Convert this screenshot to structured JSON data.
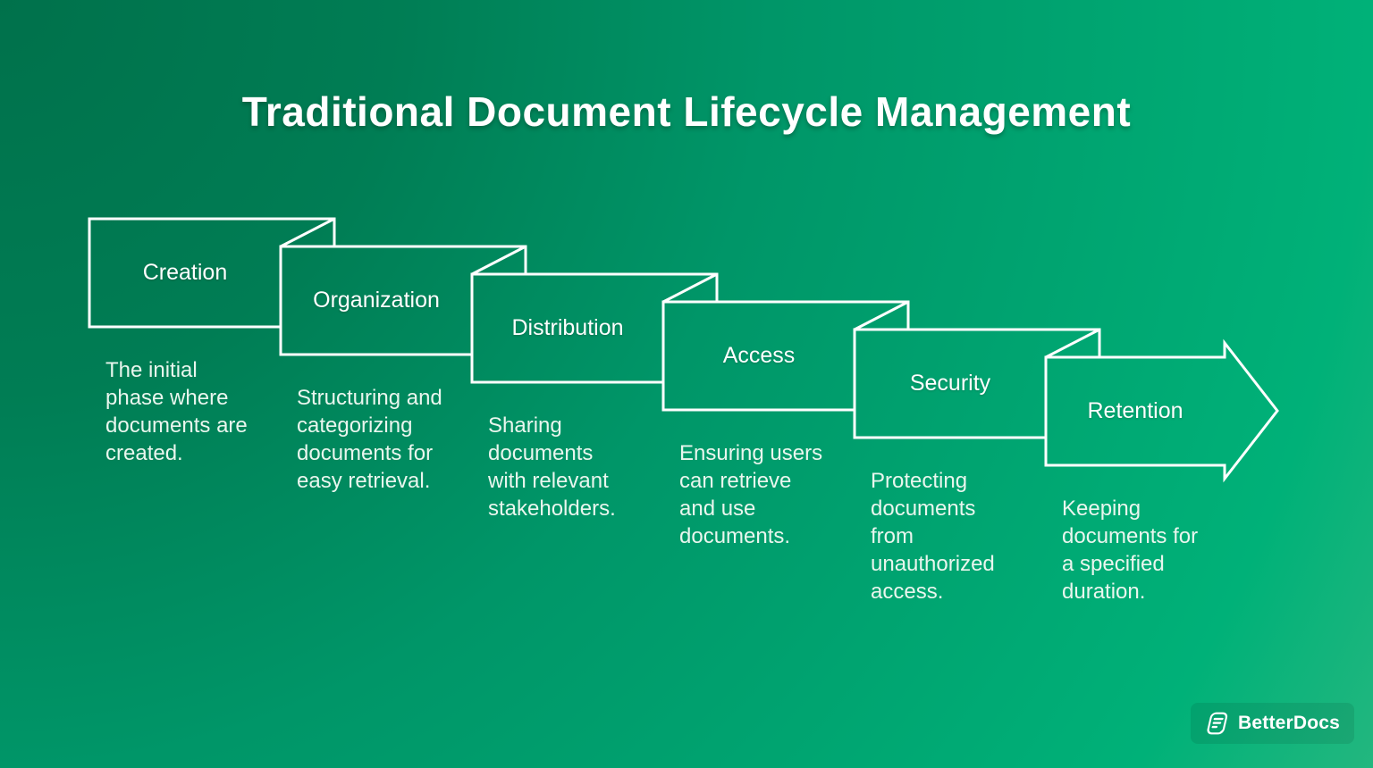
{
  "title": "Traditional Document Lifecycle Management",
  "stages": [
    {
      "label": "Creation",
      "description": "The initial\nphase where\ndocuments are\ncreated."
    },
    {
      "label": "Organization",
      "description": "Structuring and\ncategorizing\ndocuments for\neasy retrieval."
    },
    {
      "label": "Distribution",
      "description": "Sharing\ndocuments\nwith relevant\nstakeholders."
    },
    {
      "label": "Access",
      "description": "Ensuring users\ncan retrieve\nand use\ndocuments."
    },
    {
      "label": "Security",
      "description": "Protecting\ndocuments\nfrom\nunauthorized\naccess."
    },
    {
      "label": "Retention",
      "description": "Keeping\ndocuments for\na specified\nduration."
    }
  ],
  "branding": {
    "logo_text": "BetterDocs",
    "logo_icon": "betterdocs-document-icon"
  },
  "colors": {
    "background_gradient_start": "#00714B",
    "background_gradient_mid": "#009668",
    "background_gradient_end": "#23B77F",
    "shape_line": "#FFFFFF",
    "title_text": "#FFFFFF",
    "description_text": "#E9F6EE"
  }
}
